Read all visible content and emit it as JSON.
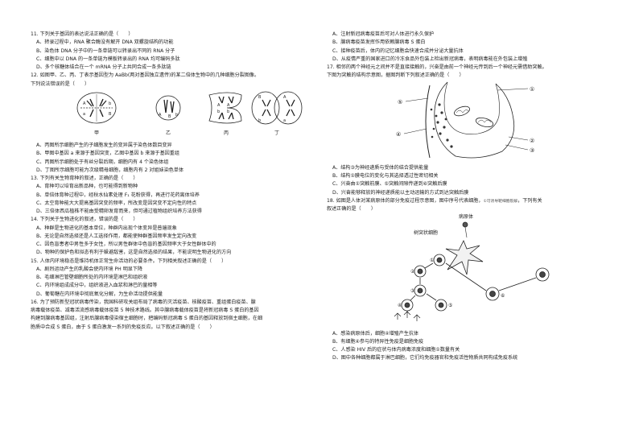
{
  "left": {
    "q11": {
      "stem": "11. 下列关于基因的表达说法正确的是（　　）",
      "options": [
        "A、转录过程中，RNA 聚合酶没有解开 DNA 双螺旋结构的功能",
        "B、染色体 DNA 分子中的一条单链可以转录出不同的 RNA 分子",
        "C、细胞中以 DNA 的一条单链为模板转录出的 RNA 均可编码多肽",
        "D、多个核糖体结合在一个 mRNA 分子上共同合成一条多肽链"
      ]
    },
    "q12": {
      "stem": [
        "12. 如图甲、乙、丙、丁表示基因型为 AaBb(两对基因独立遗传)的某二倍体生物中的几种细胞分裂图像。",
        "下列说法错误的是（　　）"
      ],
      "figure": {
        "captions": [
          "甲",
          "乙",
          "丙",
          "丁"
        ],
        "letters": {
          "jia": [
            "A",
            "b",
            "a",
            "B"
          ],
          "yi": [
            "A",
            "B",
            "b"
          ],
          "bing": [
            "A",
            "A",
            "b",
            "b"
          ],
          "ding": [
            "B",
            "A",
            "b",
            "a"
          ]
        }
      },
      "options": [
        "A、丙图所示细胞产生的子细胞发生的变异属于染色体数目变异",
        "B、甲图中基因 a 来源于基因突变，乙图中基因 b 来源于基因重组",
        "C、丙图所示细胞处于有丝分裂后期，细胞内有 4 个染色体组",
        "D、丁图所示细胞可能为次级精母细胞，细胞内有 2 对姐妹染色单体"
      ]
    },
    "q13": {
      "stem": "13. 下列有关生物育种的叙述，正确的是（　　）",
      "options": [
        "A、育种可以培育出新品种，也可能得到新物种",
        "B、单倍体育种过程中，经秋水仙素处理 F₁ 花粉获得，再进行花药离体培养",
        "C、太空育种能大大提高基因突变的频率，所改变是因突变不定向性的特点",
        "D、三倍体西瓜植株不能由受精卵发育而来，但可通过植物组织培养方法获得"
      ]
    },
    "q14": {
      "stem": "14. 下列关于生物进化的叙述，错误的是（　　）",
      "options": [
        "A、种群是生物进化的基本单位，种群内出现个体变异是普遍现象",
        "B、无论是自然选择还是人工选择作用，都能使种群基因频率发生定向改变",
        "C、因色盲患者中男性多于女性，所以男性群体中色盲的基因频率大于女性群体中的",
        "D、物种的保护色和拟态有利于躲避敌害，这是自然选择的结果，不能说明生物进化的方向"
      ]
    },
    "q15": {
      "stem": "15. 人体内环境稳态是维持机体正常生命活动的必要条件。下列相关叙述正确的是（　　）",
      "options": [
        "A、剧烈运动产生的乳酸会使内环境 PH 明显下降",
        "B、毛细淋巴管壁细胞所处的内环境是淋巴和组织液",
        "C、内环境组成成分中，组织液进入血浆和淋巴的量相等",
        "D、葡萄糖在内环境中彻底氧化分解，为生命活动提供能量"
      ]
    },
    "q16": {
      "stem": [
        "16. 为了预防新型冠状病毒传染，我国科研攻关组布局了病毒的灭活疫苗、核酸疫苗、重组蛋白疫苗、腺",
        "病毒载体疫苗、减毒活流感病毒载体疫苗 5 种技术路线。其中腺病毒载体疫苗是将新冠病毒 S 蛋白的基因",
        "构建到腺病毒基因组，注射后腺病毒侵染宿主细胞时，把编码新冠病毒 S 蛋白的基因释放到宿主细胞，在细",
        "胞质中合成 S 蛋白，由于 S 蛋白激发一系列的免疫反应。以下叙述正确的是（　　）"
      ]
    }
  },
  "right": {
    "q16_options": [
      "A、注射新冠病毒疫苗后可对人体进行永久保护",
      "B、腺病毒疫苗发挥作用依赖腺病毒 S 蛋白",
      "C、接种疫苗后，体内的记忆细胞会快速合成并分泌大量抗体",
      "D、从疫情严重的国家进口的冷冻食品外包装上检出新冠病毒，表明病毒能在外包装上增殖"
    ],
    "q17": {
      "stem": [
        "17. 相邻的两个神经元之间并不是直接接触的，兴奋是由前一个神经元传到后一个神经元需借助突触。",
        "下图为突触的结构示意图，据图判断下列叙述正确的是（　　）"
      ],
      "figure": {
        "labels": [
          "①",
          "②",
          "③",
          "④",
          "⑤"
        ]
      },
      "options": [
        "A、结构③为神经递质与受体的结合提供能量",
        "B、结构①膜电位的变化与其选择透过性密切相关",
        "C、兴奋由①突触前膜、⑤突触间隙传递到⑥突触后膜",
        "D、兴奋能够释放的神经递质能以主动运输的方式到达突触后膜"
      ]
    },
    "q18": {
      "stem_part1": "18. 如图是人体对某病原体的部分免疫过程示意图，图中序号代表细胞，",
      "stem_note": "①可诱导靶细胞裂解",
      "stem_part2": "，下列有关",
      "stem_line2": "叙述正确的是（　　）",
      "figure": {
        "pathogen_label": "病原体",
        "dendritic_label": "树突状细胞",
        "numbers": [
          "①",
          "②",
          "③",
          "④",
          "⑤",
          "⑥"
        ]
      },
      "options": [
        "A、感染病原体后，细胞④增殖产生抗体",
        "B、有细胞④参与的特异性免疫是细胞免疫",
        "C、人感染 HIV 后的症状与体内病毒浓度和细胞①数量有关",
        "D、图中各种细胞都属于淋巴细胞，它们均免疫器官和免疫活性物质共同构成免疫系统"
      ]
    }
  }
}
